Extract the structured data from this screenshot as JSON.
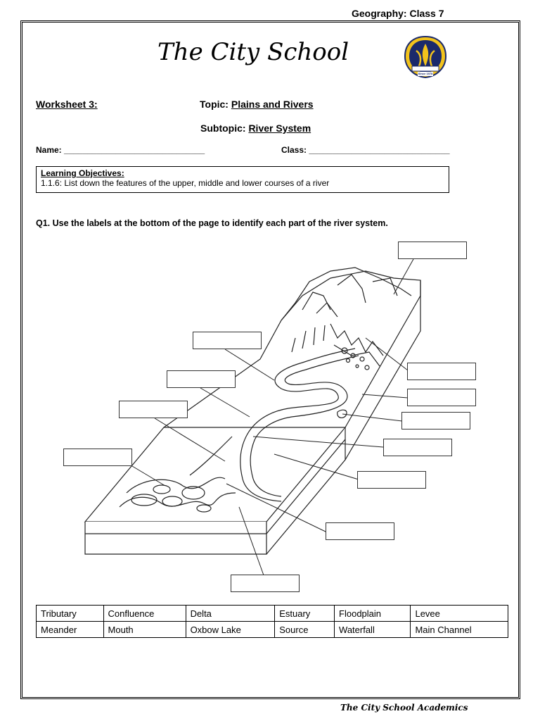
{
  "header": {
    "subject": "Geography: Class 7",
    "school_title": "The City School",
    "worksheet_label": "Worksheet 3:",
    "topic_prefix": "Topic:",
    "topic": "Plains and Rivers",
    "subtopic_prefix": "Subtopic:",
    "subtopic": "River System",
    "name_label": "Name: ______________________________",
    "class_label": "Class:  ______________________________",
    "logo_text": "Since 1978"
  },
  "objectives": {
    "title": "Learning Objectives:",
    "text": "1.1.6: List down the features of the upper, middle and lower courses of a river"
  },
  "question": {
    "text": "Q1. Use the labels at the bottom of the page to identify each part of the river system."
  },
  "labels_table": {
    "rows": [
      [
        "Tributary",
        "Confluence",
        "Delta",
        "Estuary",
        "Floodplain",
        "Levee"
      ],
      [
        "Meander",
        "Mouth",
        "Oxbow Lake",
        "Source",
        "Waterfall",
        "Main Channel"
      ]
    ]
  },
  "footer": {
    "text": "The City School Academics"
  }
}
